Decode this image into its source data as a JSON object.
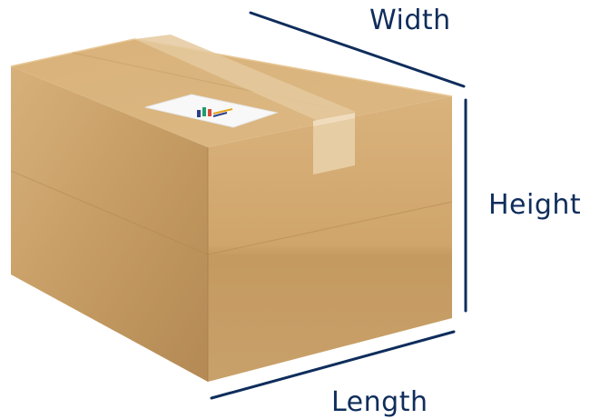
{
  "labels": {
    "width": "Width",
    "height": "Height",
    "length": "Length"
  },
  "colors": {
    "dimension_line": "#0f2d5c",
    "label_text": "#0f2d5c",
    "box_front": "#c9a06a",
    "box_side": "#b58a55",
    "box_top": "#d8b27c",
    "tape": "#e2c497",
    "background": "#ffffff"
  },
  "icons": {
    "shipping_label": "shipping-label-icon"
  }
}
